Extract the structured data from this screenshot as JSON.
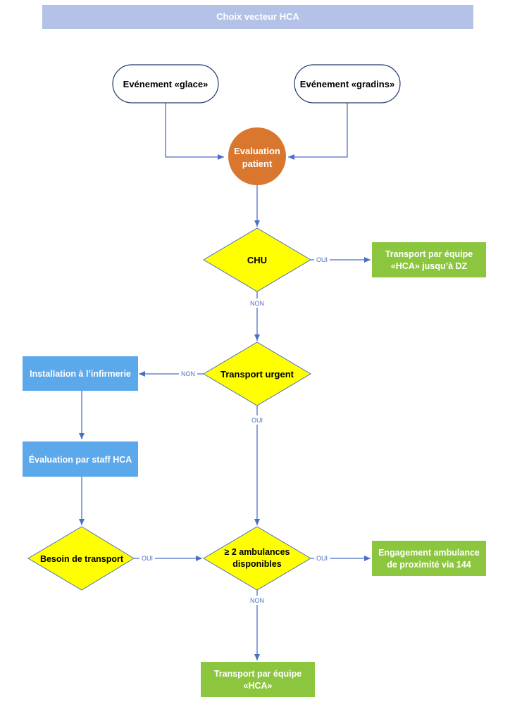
{
  "title": "Choix vecteur HCA",
  "colors": {
    "title_bar": "#b4c2e7",
    "connector": "#4a6fc7",
    "decision_fill": "#ffff00",
    "process_blue": "#5ba8ea",
    "terminal_green": "#8cc63f",
    "evaluation_orange": "#d9772e"
  },
  "nodes": {
    "event_glace": "Evénement «glace»",
    "event_gradins": "Evénement «gradins»",
    "evaluation_patient": [
      "Evaluation",
      "patient"
    ],
    "chu": "CHU",
    "transport_hca_dz": [
      "Transport par équipe",
      "«HCA» jusqu’à DZ"
    ],
    "transport_urgent": "Transport urgent",
    "installation_infirmerie": "Installation à l’infirmerie",
    "evaluation_staff": "Évaluation par staff HCA",
    "besoin_transport": "Besoin de transport",
    "ambulances": [
      "≥ 2 ambulances",
      "disponibles"
    ],
    "engagement_ambulance": [
      "Engagement ambulance",
      "de proximité via 144"
    ],
    "transport_hca": [
      "Transport par équipe",
      "«HCA»"
    ]
  },
  "edge_labels": {
    "chu_oui": "OUI",
    "chu_non": "NON",
    "urgent_non": "NON",
    "urgent_oui": "OUI",
    "besoin_oui": "OUI",
    "ambulances_oui": "OUI",
    "ambulances_non": "NON"
  }
}
